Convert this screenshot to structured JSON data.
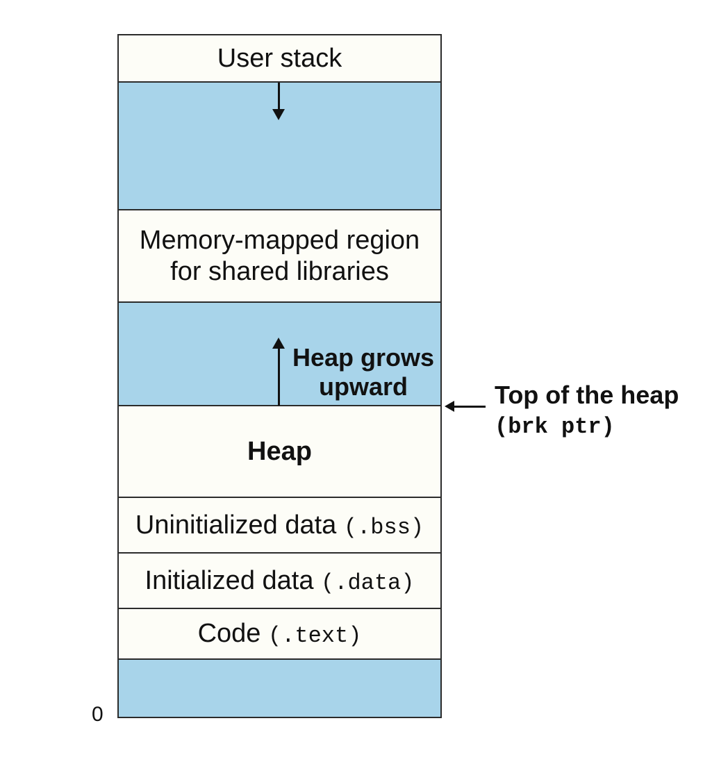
{
  "diagram": {
    "regions": {
      "user_stack": {
        "label": "User stack"
      },
      "mmap": {
        "line1": "Memory-mapped region",
        "line2": "for shared libraries"
      },
      "heap_growth": {
        "line1": "Heap grows",
        "line2": "upward"
      },
      "heap": {
        "label": "Heap"
      },
      "bss": {
        "label": "Uninitialized data ",
        "code": "(.bss)"
      },
      "data": {
        "label": "Initialized data ",
        "code": "(.data)"
      },
      "code": {
        "label": "Code ",
        "code": "(.text)"
      }
    },
    "annotations": {
      "top_of_heap": {
        "line1": "Top of the heap",
        "code": "(brk ptr)"
      },
      "origin_label": "0"
    },
    "colors": {
      "region_blue": "#a8d4ea",
      "region_white": "#fdfdf7",
      "border": "#2b2b2b"
    }
  }
}
